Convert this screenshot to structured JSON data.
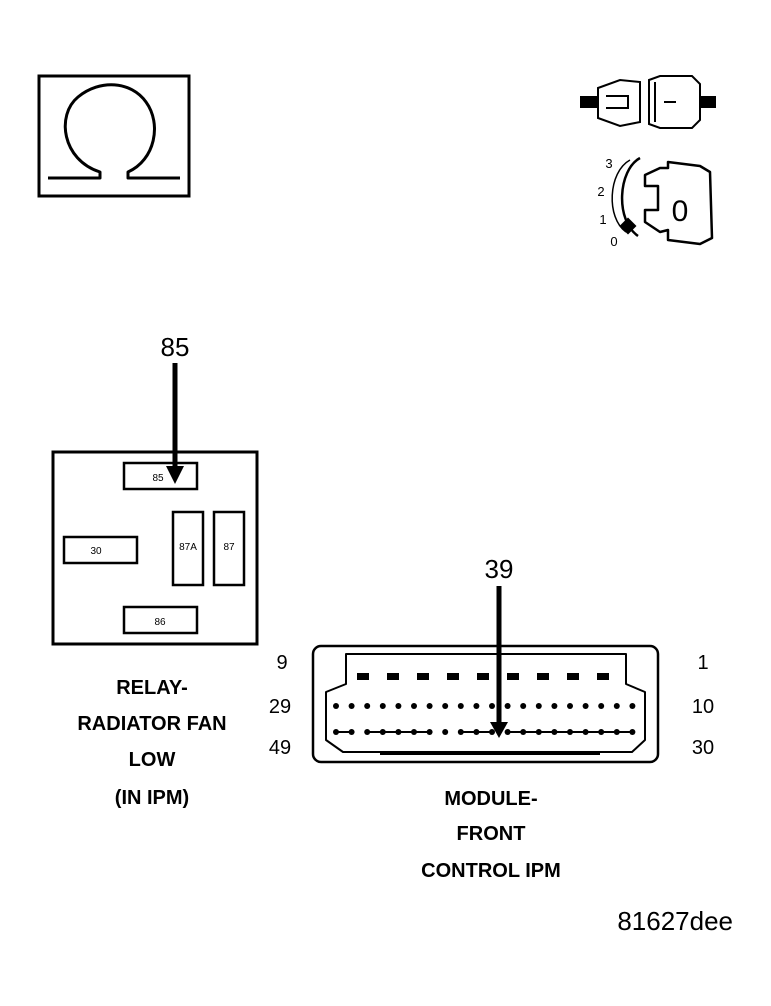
{
  "ohm_symbol": {
    "icon": "ohm-icon",
    "glyph": "Ω"
  },
  "ignition": {
    "connector_icon": "unplugged-connector-icon",
    "key_icon": "ignition-key-icon",
    "positions": [
      "3",
      "2",
      "1",
      "0"
    ],
    "key_label": "0"
  },
  "relay": {
    "pin_callout": "85",
    "terminals": {
      "t85": "85",
      "t30": "30",
      "t87a": "87A",
      "t87": "87",
      "t86": "86"
    },
    "caption": [
      "RELAY-",
      "RADIATOR FAN",
      "LOW",
      "(IN IPM)"
    ]
  },
  "module": {
    "pin_callout": "39",
    "pin_numbers": {
      "row1_left": "9",
      "row1_right": "1",
      "row2_left": "29",
      "row2_right": "10",
      "row3_left": "49",
      "row3_right": "30"
    },
    "caption": [
      "MODULE-",
      "FRONT",
      "CONTROL IPM"
    ]
  },
  "figure_id": "81627dee"
}
